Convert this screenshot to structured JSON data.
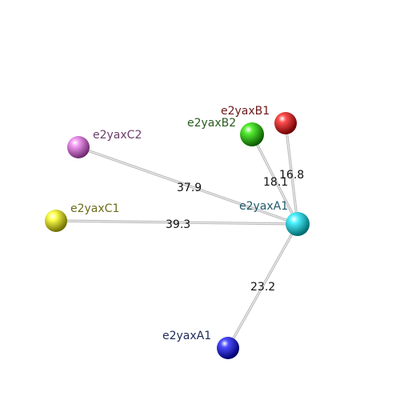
{
  "diagram": {
    "nodes": [
      {
        "id": "e2yaxA1",
        "label": "e2yaxA1",
        "color": "#0000ee",
        "label_color": "#1f2a5a"
      },
      {
        "id": "e2yaxB1",
        "label": "e2yaxB1",
        "color": "#ee0000",
        "label_color": "#6b1a1a"
      },
      {
        "id": "e2yaxB2",
        "label": "e2yaxB2",
        "color": "#22cc00",
        "label_color": "#2a5a1f"
      },
      {
        "id": "e2yaxC1",
        "label": "e2yaxC1",
        "color": "#eeee00",
        "label_color": "#6b6b1a"
      },
      {
        "id": "e2yaxC2",
        "label": "e2yaxC2",
        "color": "#ee77ee",
        "label_color": "#6b3f6b"
      },
      {
        "id": "e2yaxA1_center",
        "label": "e2yaxA1",
        "color": "#00e5ee",
        "label_color": "#1f5a6b"
      }
    ],
    "edges": [
      {
        "from": "e2yaxA1_center",
        "to": "e2yaxB1",
        "label": "16.8"
      },
      {
        "from": "e2yaxA1_center",
        "to": "e2yaxB2",
        "label": "18.1"
      },
      {
        "from": "e2yaxA1_center",
        "to": "e2yaxC2",
        "label": "37.9"
      },
      {
        "from": "e2yaxA1_center",
        "to": "e2yaxC1",
        "label": "39.3"
      },
      {
        "from": "e2yaxA1_center",
        "to": "e2yaxA1",
        "label": "23.2"
      }
    ]
  }
}
